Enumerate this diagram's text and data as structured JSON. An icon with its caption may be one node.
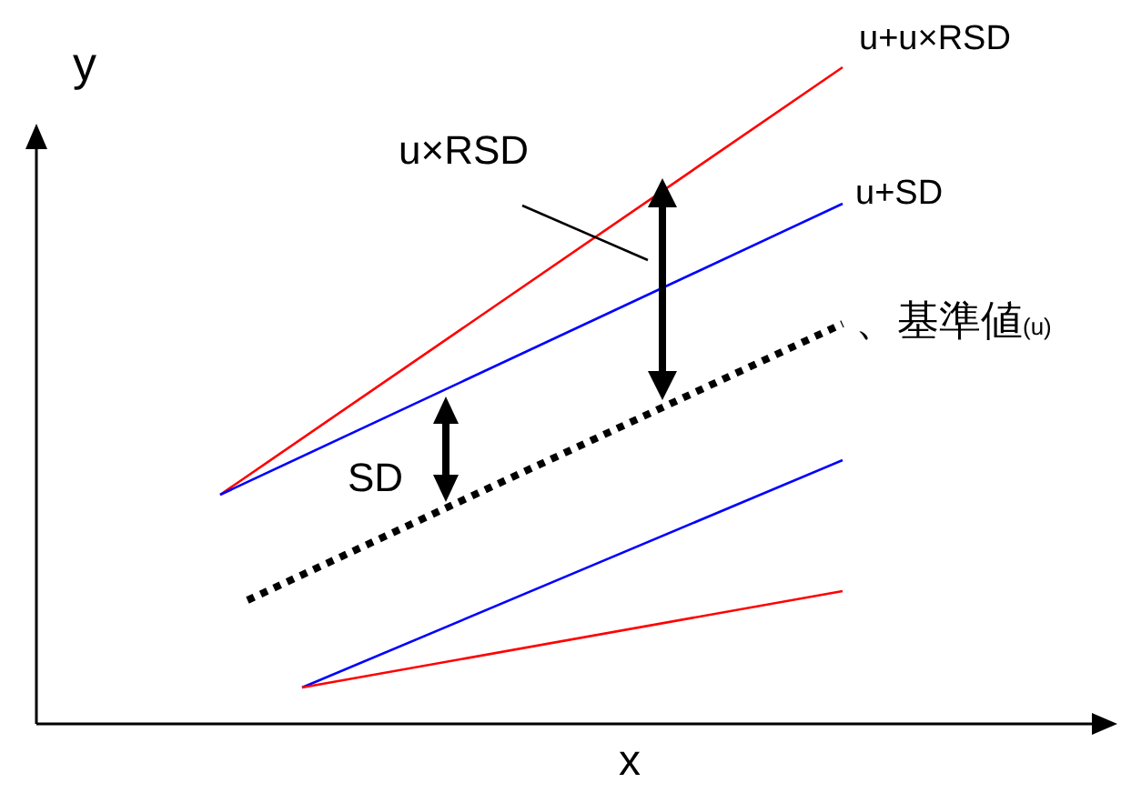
{
  "diagram": {
    "nodes": [
      {
        "text": [
          "u×RSD"
        ]
      },
      {
        "text": [],
        "shape": "arrow"
      }
    ],
    "edges": [
      {
        "from": 0,
        "to": 1,
        "arrow": "none"
      }
    ],
    "labels": [
      "y",
      "u+u×RSD",
      "u+SD",
      "、基準値$_{(u)}$",
      "SD",
      "x"
    ]
  }
}
